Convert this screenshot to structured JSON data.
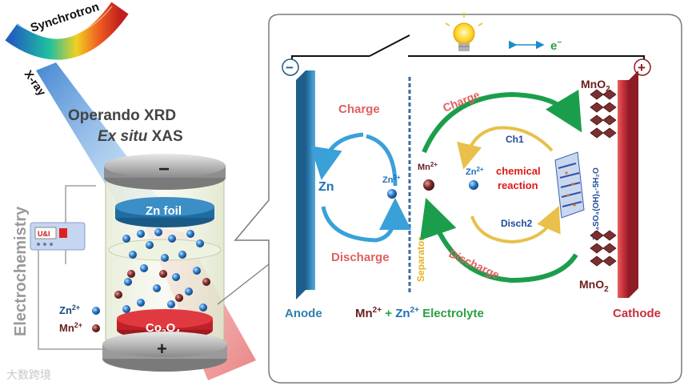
{
  "left": {
    "synchrotron": "Synchrotron",
    "xray": "X-ray",
    "operando": "Operando XRD",
    "exsitu_italic": "Ex situ",
    "exsitu_rest": " XAS",
    "electrochemistry": "Electrochemistry",
    "meter_label": "U&I",
    "minus": "−",
    "plus": "+",
    "zn_foil": "Zn foil",
    "co3o4": "Co",
    "co3o4_sub1": "3",
    "co3o4_o": "O",
    "co3o4_sub2": "4",
    "legend_zn": "Zn",
    "legend_mn": "Mn",
    "legend_charge": "2+"
  },
  "right": {
    "minus_sign": "−",
    "plus_sign": "+",
    "electron": "e",
    "electron_sup": "−",
    "charge_left": "Charge",
    "discharge_left": "Discharge",
    "zn": "Zn",
    "zn2_small": "Zn",
    "two_plus": "2+",
    "separator": "Separator",
    "mn2": "Mn",
    "charge_right": "Charge",
    "discharge_right": "Discharge",
    "ch1": "Ch1",
    "disch2": "Disch2",
    "chemical": "chemical",
    "reaction": "reaction",
    "zhs": "Zn₄SO₄(OH)₆·5H₂O",
    "mno2_top": "MnO",
    "mno2_bot": "MnO",
    "sub2": "2",
    "anode": "Anode",
    "cathode": "Cathode",
    "electrolyte_mn": "Mn",
    "electrolyte_plus": " + ",
    "electrolyte_zn": "Zn",
    "electrolyte_word": " Electrolyte"
  },
  "watermark": "大数跨境",
  "colors": {
    "anode": "#2f7fb0",
    "cathode": "#c9303a",
    "charge_text": "#e06060",
    "arrow_blue": "#3aa0d8",
    "arrow_green": "#1b9e4b",
    "arrow_yellow": "#e8c04a",
    "zn_blue": "#1e6fb8",
    "mn_brown": "#7a2a2a",
    "electrolyte_green": "#2aa040",
    "separator_text": "#e8b020"
  }
}
